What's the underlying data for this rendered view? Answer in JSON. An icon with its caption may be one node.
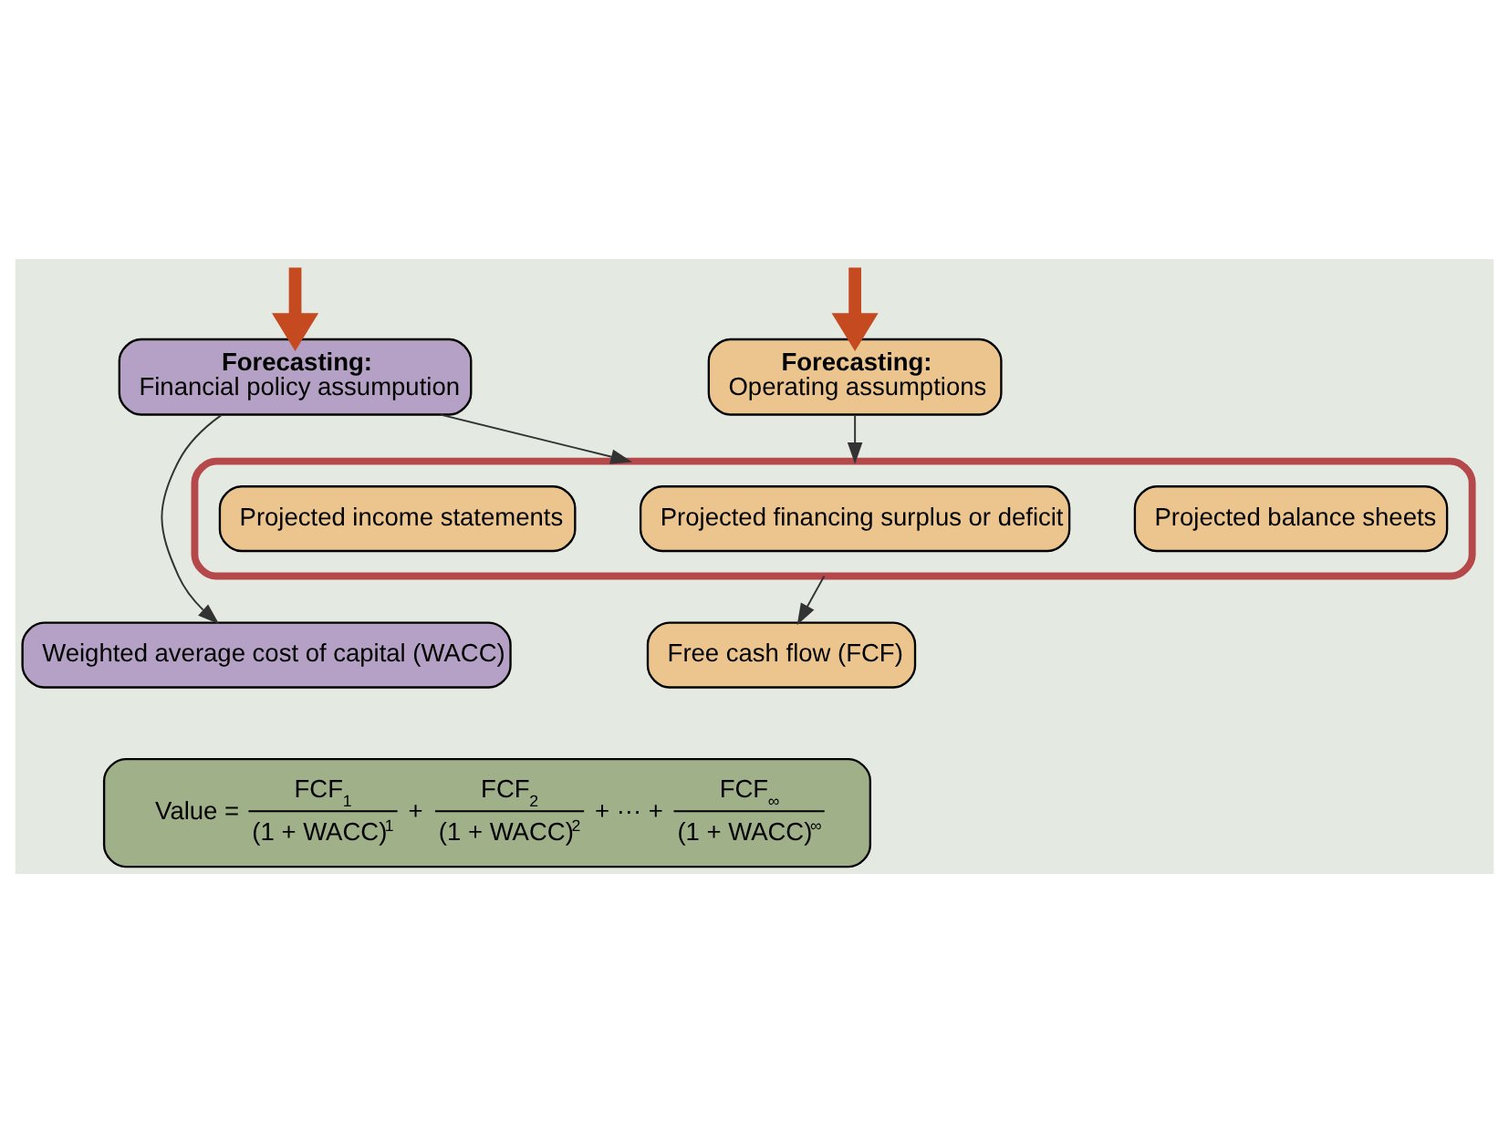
{
  "diagram": {
    "nodes": [
      {
        "text": [
          "Forecasting:",
          "Operating assumptions"
        ]
      },
      {
        "text": [
          "Forecasting:",
          "Financial policy assumpution"
        ]
      },
      {
        "text": [],
        "shape": "octagon"
      },
      {
        "text": [
          "Projected income statements"
        ],
        "in": 2
      },
      {
        "text": [
          "Projected financing surplus or deficit"
        ],
        "in": 2
      },
      {
        "text": [
          "Projected balance sheets"
        ],
        "in": 2
      },
      {
        "text": [
          "Free cash flow (FCF)"
        ]
      },
      {
        "text": [
          "Weighted average cost of capital (WACC)"
        ]
      },
      {
        "text": [
          "Value =",
          "FCF$_{1}$",
          "(1 + WACC)$^{1}$",
          "+",
          "FCF$_{2}$",
          "(1 + WACC)$^{2}$",
          "+ ··· +",
          "FCF$_{∞}$",
          "(1 + WACC)$^{∞}$"
        ]
      }
    ],
    "edges": [
      {
        "from": null,
        "to": 0,
        "arrow": "to",
        "style": "thick",
        "color": "#c64a1f"
      },
      {
        "from": null,
        "to": 1,
        "arrow": "to",
        "style": "thick",
        "color": "#c64a1f"
      },
      {
        "from": 0,
        "to": 2,
        "arrow": "to"
      },
      {
        "from": 1,
        "to": 2,
        "arrow": "to"
      },
      {
        "from": 2,
        "to": 6,
        "arrow": "to"
      },
      {
        "from": 1,
        "to": 7,
        "arrow": "to"
      }
    ]
  }
}
